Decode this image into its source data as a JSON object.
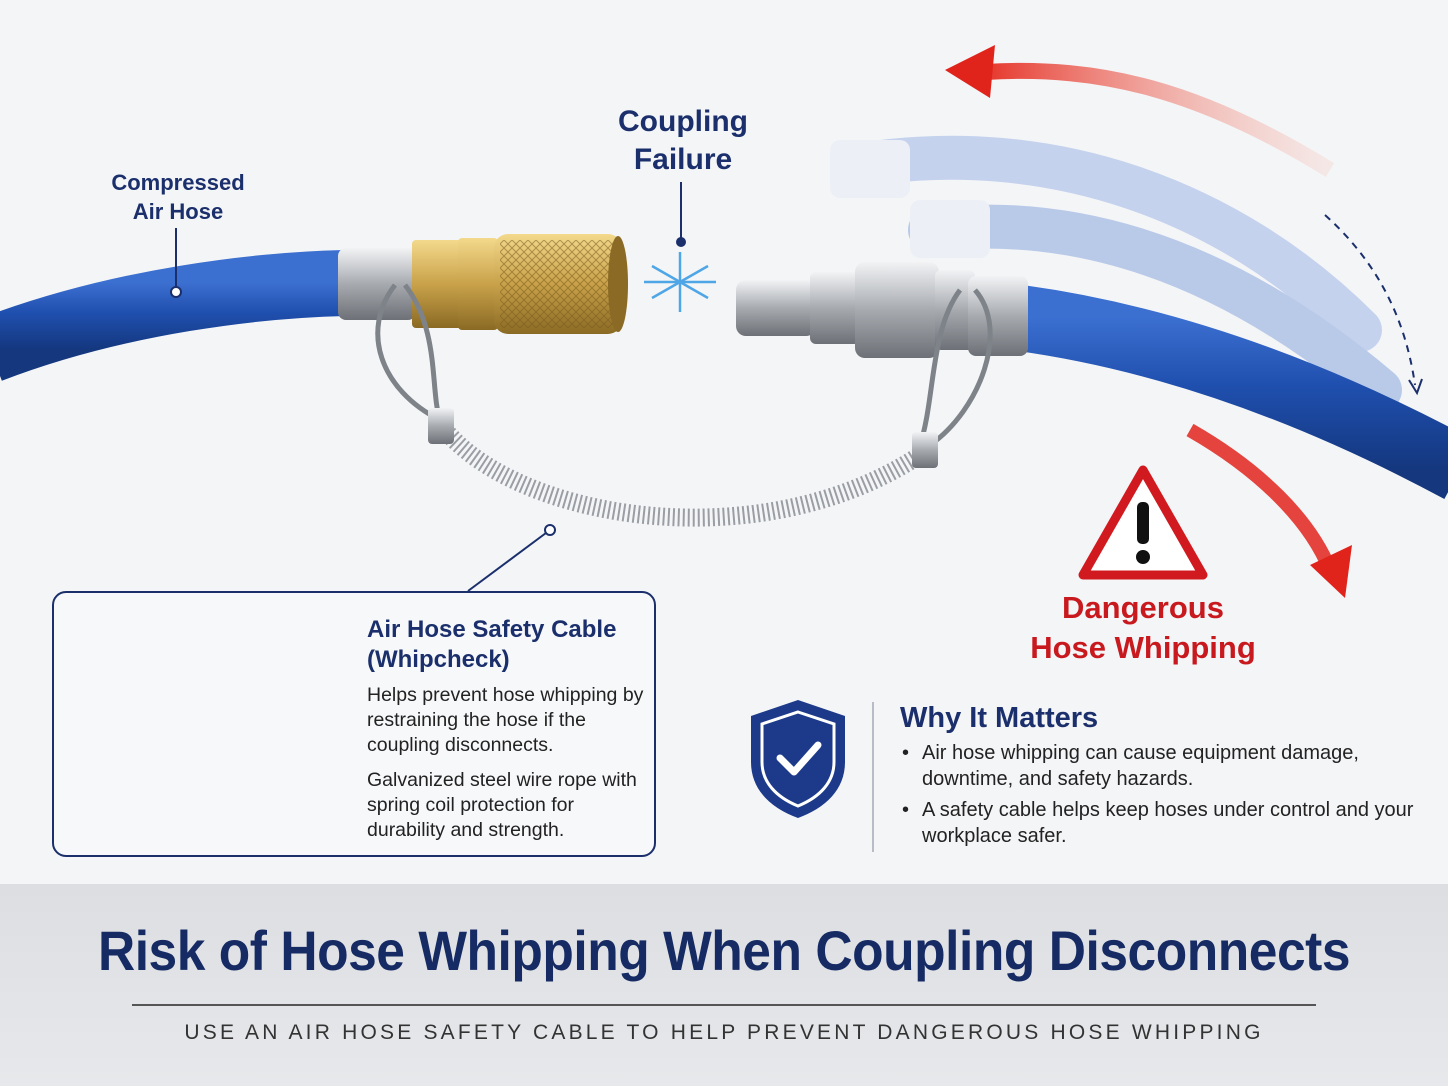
{
  "labels": {
    "hose": "Compressed Air Hose",
    "hose_line1": "Compressed",
    "hose_line2": "Air Hose",
    "coupling_line1": "Coupling",
    "coupling_line2": "Failure",
    "danger_line1": "Dangerous",
    "danger_line2": "Hose Whipping"
  },
  "cable_box": {
    "title_line1": "Air Hose Safety Cable",
    "title_line2": "(Whipcheck)",
    "paragraph1": "Helps prevent hose whipping by restraining the hose if the coupling disconnects.",
    "paragraph2": "Galvanized steel wire rope with spring coil protection for durability and strength."
  },
  "why": {
    "title": "Why It Matters",
    "items": [
      "Air hose whipping can cause equipment damage, downtime, and safety hazards.",
      "A safety cable helps keep hoses under control and your workplace safer."
    ]
  },
  "banner": {
    "title": "Risk of Hose Whipping When Coupling Disconnects",
    "subtitle": "USE AN AIR HOSE SAFETY CABLE TO HELP PREVENT DANGEROUS HOSE WHIPPING"
  },
  "icons": [
    "warning-triangle-icon",
    "shield-check-icon",
    "spark-burst-icon",
    "whip-arrow-icon"
  ],
  "colors": {
    "hose_blue": "#1f4fae",
    "navy_text": "#1a2f6b",
    "danger_red": "#c8191e",
    "brass": "#c9a24a",
    "steel": "#a7abb0"
  }
}
